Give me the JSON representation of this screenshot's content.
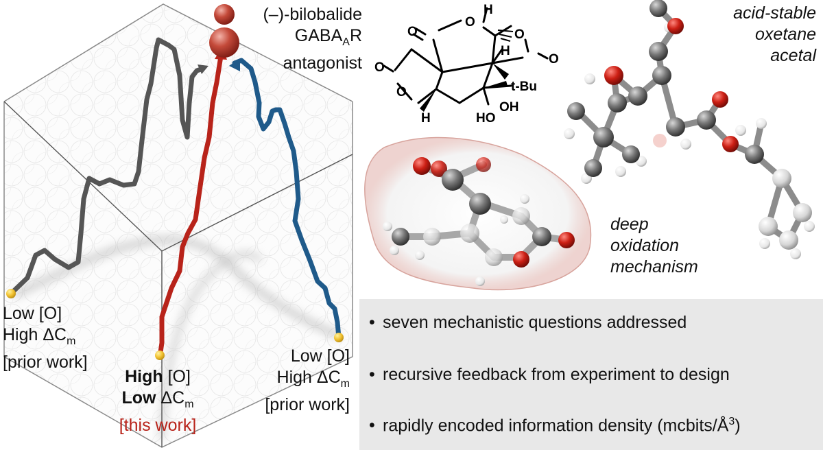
{
  "legend": {
    "line1": "(–)-bilobalide",
    "line2_pre": "GABA",
    "line2_sub": "A",
    "line2_post": "R",
    "line3": "antagonist",
    "colors": {
      "sphere": "#c0392b"
    }
  },
  "corners": {
    "left": {
      "l1": "Low [O]",
      "l2": "High ΔC",
      "l2_sub": "m",
      "l3": "[prior work]"
    },
    "center": {
      "l1_bold": "High",
      "l1_rest": " [O]",
      "l2_bold": "Low",
      "l2_rest": " ΔC",
      "l2_sub": "m",
      "l3": "[this work]"
    },
    "right": {
      "l1": "Low [O]",
      "l2": "High ΔC",
      "l2_sub": "m",
      "l3": "[prior work]"
    }
  },
  "structure_labels": {
    "h_top": "H",
    "h_mid": "H",
    "h_bottom": "H",
    "tbu": "t-Bu",
    "oh": "OH",
    "ho": "HO",
    "o": "O"
  },
  "annotations": {
    "acid_stable": [
      "acid-stable",
      "oxetane",
      "acetal"
    ],
    "deep_oxidation": [
      "deep",
      "oxidation",
      "mechanism"
    ]
  },
  "bullets": [
    {
      "text": "seven mechanistic questions addressed"
    },
    {
      "text": "recursive feedback from experiment to design"
    },
    {
      "text": "rapidly encoded information density (mcbits/Å",
      "sup": "3",
      "tail": ")"
    }
  ],
  "path_colors": {
    "prior_left": "#555555",
    "this_work": "#b8231a",
    "prior_right": "#1f5a8a",
    "start_point": "#f2c230"
  }
}
